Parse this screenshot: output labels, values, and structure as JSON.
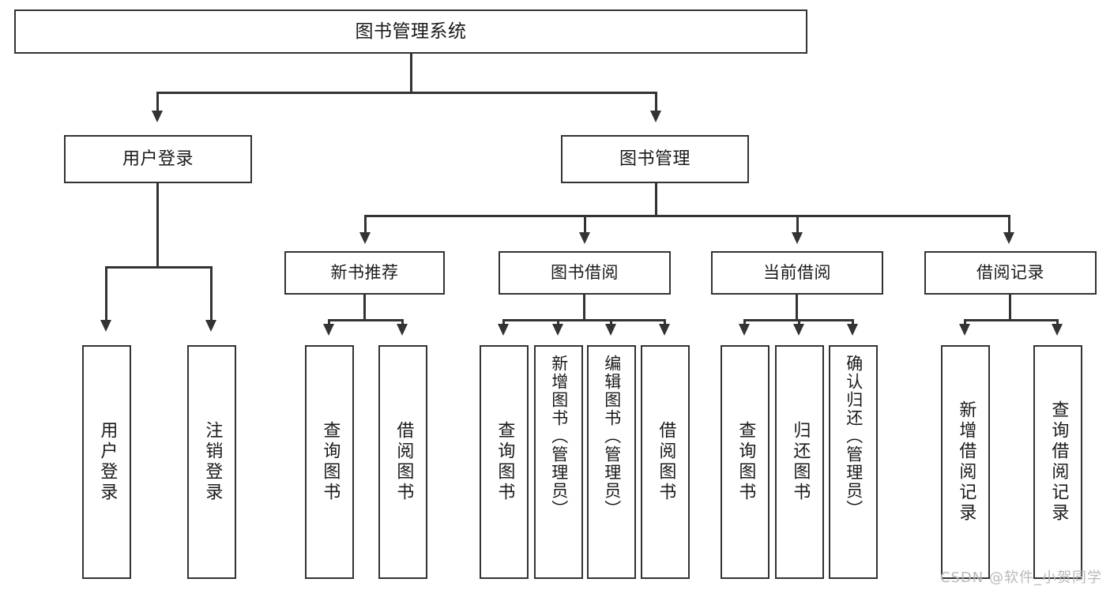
{
  "diagram": {
    "title": "图书管理系统",
    "watermark": "CSDN @软件_小贺同学",
    "colors": {
      "stroke": "#333333",
      "fill": "#ffffff",
      "text": "#1a1a1a",
      "watermark": "#b9b9b9"
    },
    "root": {
      "label": "图书管理系统"
    },
    "level2": [
      {
        "label": "用户登录"
      },
      {
        "label": "图书管理"
      }
    ],
    "level3": [
      {
        "label": "新书推荐"
      },
      {
        "label": "图书借阅"
      },
      {
        "label": "当前借阅"
      },
      {
        "label": "借阅记录"
      }
    ],
    "leaves": {
      "user_login": [
        {
          "label": "用户登录"
        },
        {
          "label": "注销登录"
        }
      ],
      "new_book": [
        {
          "label": "查询图书"
        },
        {
          "label": "借阅图书"
        }
      ],
      "book_borrow": [
        {
          "label": "查询图书"
        },
        {
          "label": "新增图书（管理员）"
        },
        {
          "label": "编辑图书（管理员）"
        },
        {
          "label": "借阅图书"
        }
      ],
      "current_borrow": [
        {
          "label": "查询图书"
        },
        {
          "label": "归还图书"
        },
        {
          "label": "确认归还（管理员）"
        }
      ],
      "borrow_record": [
        {
          "label": "新增借阅记录"
        },
        {
          "label": "查询借阅记录"
        }
      ]
    }
  }
}
